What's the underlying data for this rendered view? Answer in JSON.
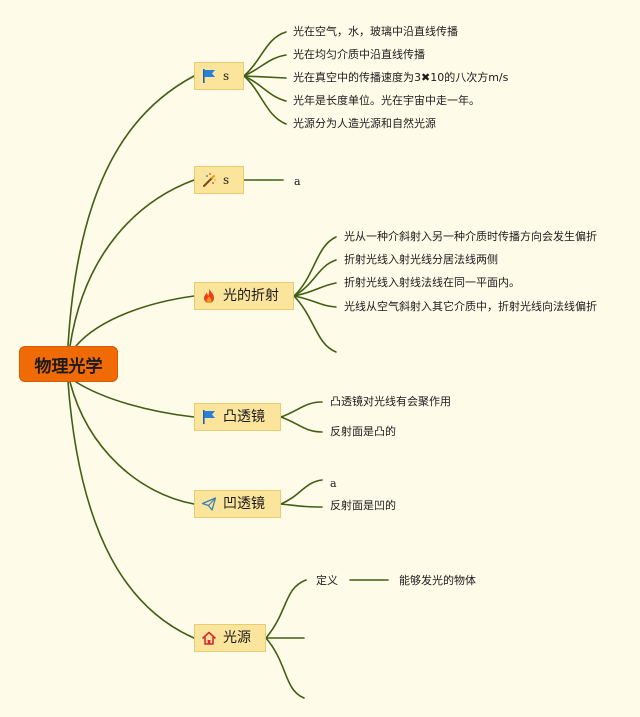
{
  "root": {
    "label": "物理光学"
  },
  "branches": [
    {
      "label": "s",
      "icon": "blue-flag-icon",
      "leaves": [
        "光在空气，水，玻璃中沿直线传播",
        "光在均匀介质中沿直线传播",
        "光在真空中的传播速度为3✖10的八次方m/s",
        "光年是长度单位。光在宇宙中走一年。",
        "光源分为人造光源和自然光源"
      ]
    },
    {
      "label": "s",
      "icon": "magic-wand-icon",
      "leaves": [
        "a"
      ]
    },
    {
      "label": "光的折射",
      "icon": "fire-icon",
      "leaves": [
        "光从一种介斜射入另一种介质时传播方向会发生偏折",
        "折射光线入射光线分居法线两侧",
        "折射光线入射线法线在同一平面内。",
        "光线从空气斜射入其它介质中，折射光线向法线偏折",
        ""
      ]
    },
    {
      "label": "凸透镜",
      "icon": "blue-flag-icon",
      "leaves": [
        "凸透镜对光线有会聚作用",
        "反射面是凸的"
      ]
    },
    {
      "label": "凹透镜",
      "icon": "paper-plane-icon",
      "leaves": [
        "a",
        "反射面是凹的"
      ]
    },
    {
      "label": "光源",
      "icon": "home-icon",
      "leaves": [
        "定义",
        "",
        ""
      ],
      "sub": {
        "label": "能够发光的物体"
      }
    }
  ],
  "colors": {
    "line": "#3e5f14",
    "root_fill": "#f06a06",
    "branch_fill": "#fbe49b",
    "background": "#fffbe9"
  }
}
